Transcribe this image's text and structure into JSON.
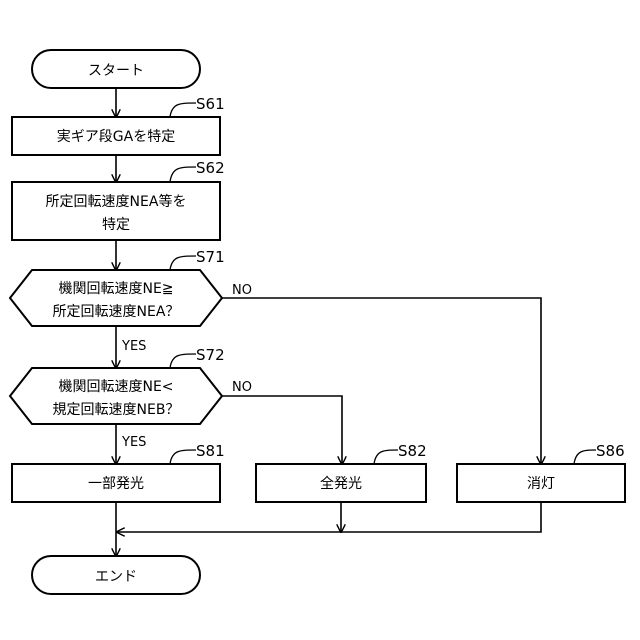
{
  "nodes": {
    "start": {
      "label": "スタート"
    },
    "s61": {
      "label": "実ギア段GAを特定",
      "step": "S61"
    },
    "s62": {
      "line1": "所定回転速度NEA等を",
      "line2": "特定",
      "step": "S62"
    },
    "s71": {
      "line1": "機関回転速度NE≧",
      "line2": "所定回転速度NEA？",
      "step": "S71"
    },
    "s72": {
      "line1": "機関回転速度NE<",
      "line2": "規定回転速度NEB？",
      "step": "S72"
    },
    "s81": {
      "label": "一部発光",
      "step": "S81"
    },
    "s82": {
      "label": "全発光",
      "step": "S82"
    },
    "s86": {
      "label": "消灯",
      "step": "S86"
    },
    "end": {
      "label": "エンド"
    }
  },
  "branches": {
    "s71_no": "NO",
    "s71_yes": "YES",
    "s72_no": "NO",
    "s72_yes": "YES"
  }
}
